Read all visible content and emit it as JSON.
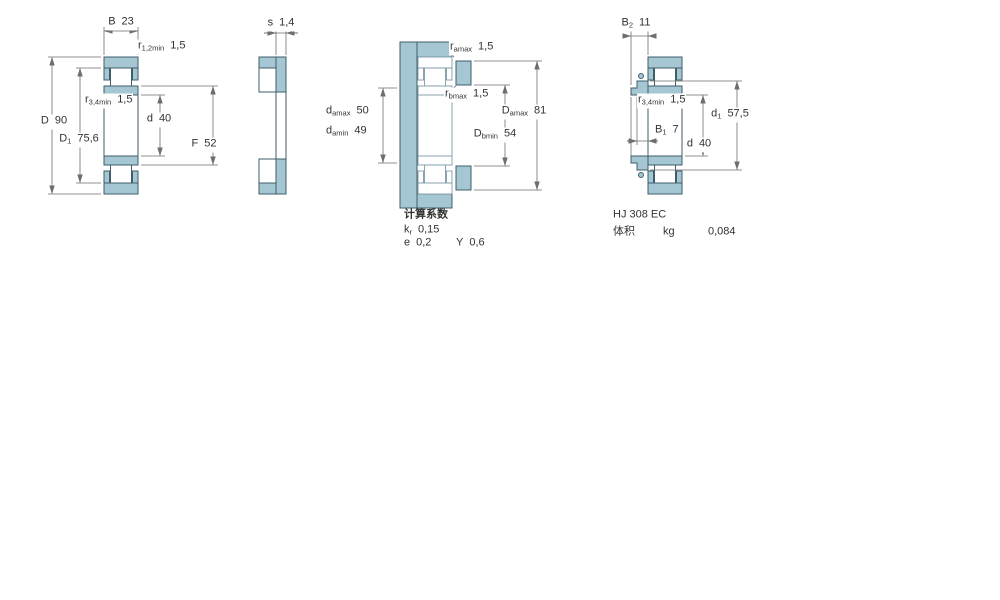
{
  "drawing": {
    "fill_color": "#a5c6d3",
    "stroke_color": "#3f5d6b",
    "dim_line_color": "#6e6e6e",
    "text_color": "#333333"
  },
  "view1": {
    "B": {
      "sym": "B",
      "sub": "",
      "val": "23"
    },
    "r12": {
      "sym": "r",
      "sub": "1,2min",
      "val": "1,5"
    },
    "r34": {
      "sym": "r",
      "sub": "3,4min",
      "val": "1,5"
    },
    "D": {
      "sym": "D",
      "sub": "",
      "val": "90"
    },
    "D1": {
      "sym": "D",
      "sub": "1",
      "val": "75,6"
    },
    "d": {
      "sym": "d",
      "sub": "",
      "val": "40"
    },
    "F": {
      "sym": "F",
      "sub": "",
      "val": "52"
    }
  },
  "view2": {
    "s": {
      "sym": "s",
      "sub": "",
      "val": "1,4"
    }
  },
  "view3": {
    "ramax": {
      "sym": "r",
      "sub": "amax",
      "val": "1,5"
    },
    "rbmax": {
      "sym": "r",
      "sub": "bmax",
      "val": "1,5"
    },
    "damax": {
      "sym": "d",
      "sub": "amax",
      "val": "50"
    },
    "damin": {
      "sym": "d",
      "sub": "amin",
      "val": "49"
    },
    "Damax": {
      "sym": "D",
      "sub": "amax",
      "val": "81"
    },
    "Dbmin": {
      "sym": "D",
      "sub": "bmin",
      "val": "54"
    },
    "calc": {
      "title": "计算系数",
      "kr": {
        "sym": "k",
        "sub": "r",
        "val": "0,15"
      },
      "e": {
        "sym": "e",
        "sub": "",
        "val": "0,2"
      },
      "Y": {
        "sym": "Y",
        "sub": "",
        "val": "0,6"
      }
    }
  },
  "view4": {
    "B2": {
      "sym": "B",
      "sub": "2",
      "val": "11"
    },
    "r34": {
      "sym": "r",
      "sub": "3,4min",
      "val": "1,5"
    },
    "B1": {
      "sym": "B",
      "sub": "1",
      "val": "7"
    },
    "d": {
      "sym": "d",
      "sub": "",
      "val": "40"
    },
    "d1": {
      "sym": "d",
      "sub": "1",
      "val": "57,5"
    },
    "designation": "HJ 308 EC",
    "mass": {
      "label": "体积",
      "unit": "kg",
      "value": "0,084"
    }
  }
}
